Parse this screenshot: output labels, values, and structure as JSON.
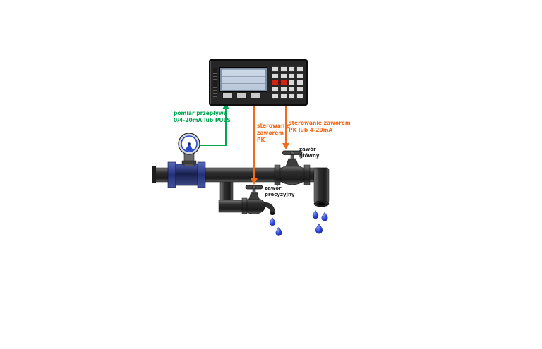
{
  "diagram": {
    "labels": {
      "flow_measurement": "pomiar przepływu\n0/4-20mA lub PULS",
      "control_pk": "sterowanie\nzaworem\nPK",
      "control_pk_420": "sterowanie zaworem\nPK lub 4-20mA",
      "main_valve": "zawór\ngłówny",
      "precision_valve": "zawór\nprecyzyjny"
    },
    "colors": {
      "measurement_signal_green": "#00a651",
      "control_signal_orange": "#f26a1a",
      "pipe_dark": "#2e2e2e",
      "water_drop_blue": "#2a41d8",
      "flowmeter_blue": "#23307a",
      "lcd_screen_blue": "#c2cfdf"
    },
    "icons": {
      "controller": "batch-controller-device",
      "flowmeter": "flowmeter-with-round-gauge",
      "main_valve": "handwheel-valve",
      "precision_valve": "handwheel-valve-with-spout",
      "drops": "water-drop"
    }
  }
}
